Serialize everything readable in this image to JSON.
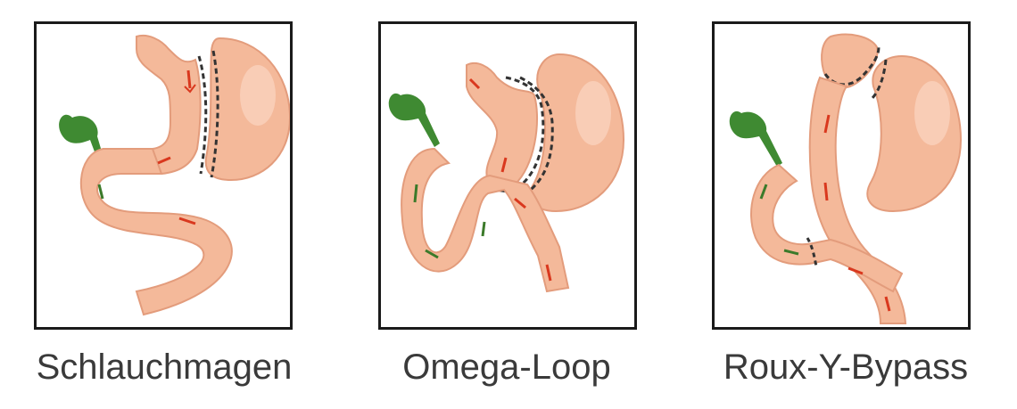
{
  "colors": {
    "tissue_fill": "#f4b99a",
    "tissue_edge": "#e39c7c",
    "tissue_highlight": "#fbd6c2",
    "gallbladder": "#3f8a32",
    "staple_line": "#333333",
    "arrow_red": "#d9381e",
    "arrow_green": "#3b7a2a",
    "frame_border": "#1a1a1a",
    "caption_text": "#3a3a3a"
  },
  "panels": [
    {
      "caption": "Schlauchmagen",
      "illustration": "sleeve-gastrectomy-icon"
    },
    {
      "caption": "Omega-Loop",
      "illustration": "omega-loop-bypass-icon"
    },
    {
      "caption": "Roux-Y-Bypass",
      "illustration": "roux-y-bypass-icon"
    }
  ]
}
